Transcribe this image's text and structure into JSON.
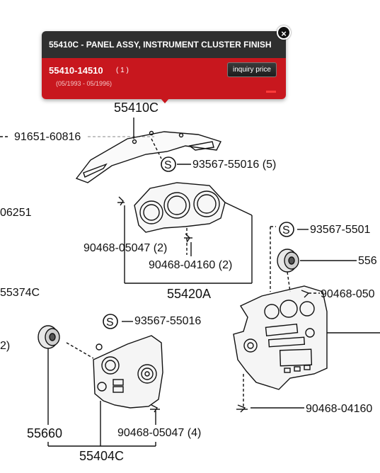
{
  "popup": {
    "title": "55410C - PANEL ASSY, INSTRUMENT CLUSTER FINISH",
    "part_number": "55410-14510",
    "quantity": "( 1 )",
    "date_range": "(05/1993 - 05/1996)",
    "inquiry_label": "inquiry price",
    "close_glyph": "×",
    "colors": {
      "header": "#2f2f2f",
      "body": "#c8171e"
    }
  },
  "diagram_labels": {
    "l_55410c": "55410C",
    "l_91651": "91651-60816",
    "l_93567_a": "93567-55016 (5)",
    "l_06251": "06251",
    "l_90468_a": "90468-05047 (2)",
    "l_90468_b": "90468-04160 (2)",
    "l_55420a": "55420A",
    "l_55374c": "55374C",
    "l_93567_b": "93567-5501",
    "l_556_right": "556",
    "l_90468_c": "90468-050",
    "l_93567_c": "93567-55016",
    "l_2_left": "2)",
    "l_55660": "55660",
    "l_90468_d": "90468-05047 (4)",
    "l_55404c": "55404C",
    "l_90468_e": "90468-04160",
    "s_symbol": "S"
  }
}
